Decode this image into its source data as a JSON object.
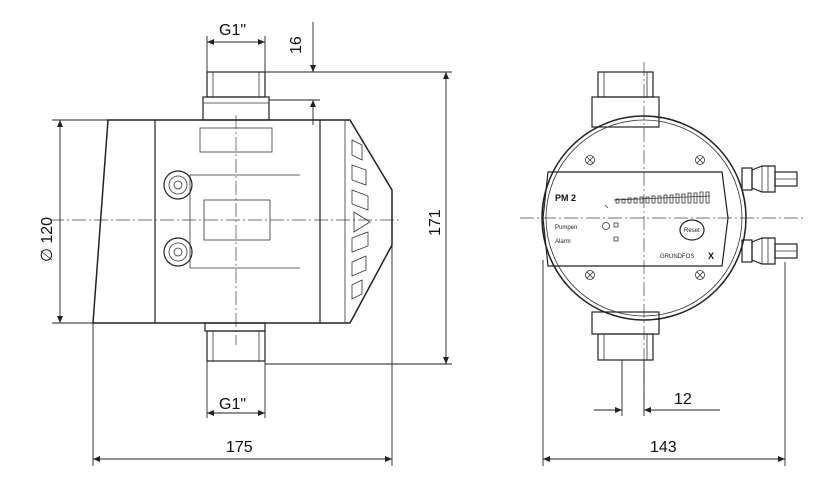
{
  "side_view": {
    "thread_top_label": "G1\"",
    "thread_bottom_label": "G1\"",
    "offset_label": "16",
    "diameter_label": "∅ 120",
    "height_label": "171",
    "width_label": "175"
  },
  "front_view": {
    "model_label": "PM 2",
    "status_label_1": "Pumpen",
    "status_label_2": "Alarm",
    "button_label": "Reset",
    "brand_label": "GRUNDFOS",
    "brand_mark": "X",
    "offset_label": "12",
    "width_label": "143"
  },
  "colors": {
    "line": "#222222",
    "background": "#ffffff"
  }
}
